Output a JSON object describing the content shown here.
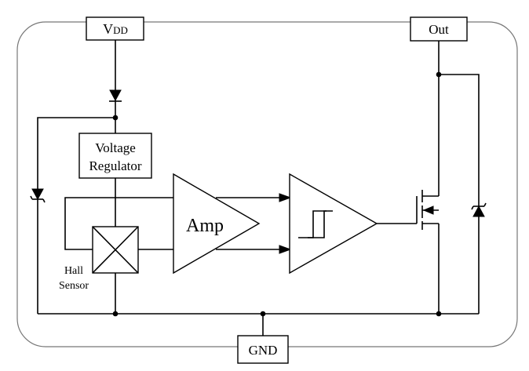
{
  "pins": {
    "vdd": {
      "main": "V",
      "sub": "DD"
    },
    "out": "Out",
    "gnd": "GND"
  },
  "blocks": {
    "regulator": {
      "line1": "Voltage",
      "line2": "Regulator"
    },
    "amp": "Amp",
    "sensor": {
      "line1": "Hall",
      "line2": "Sensor"
    }
  }
}
